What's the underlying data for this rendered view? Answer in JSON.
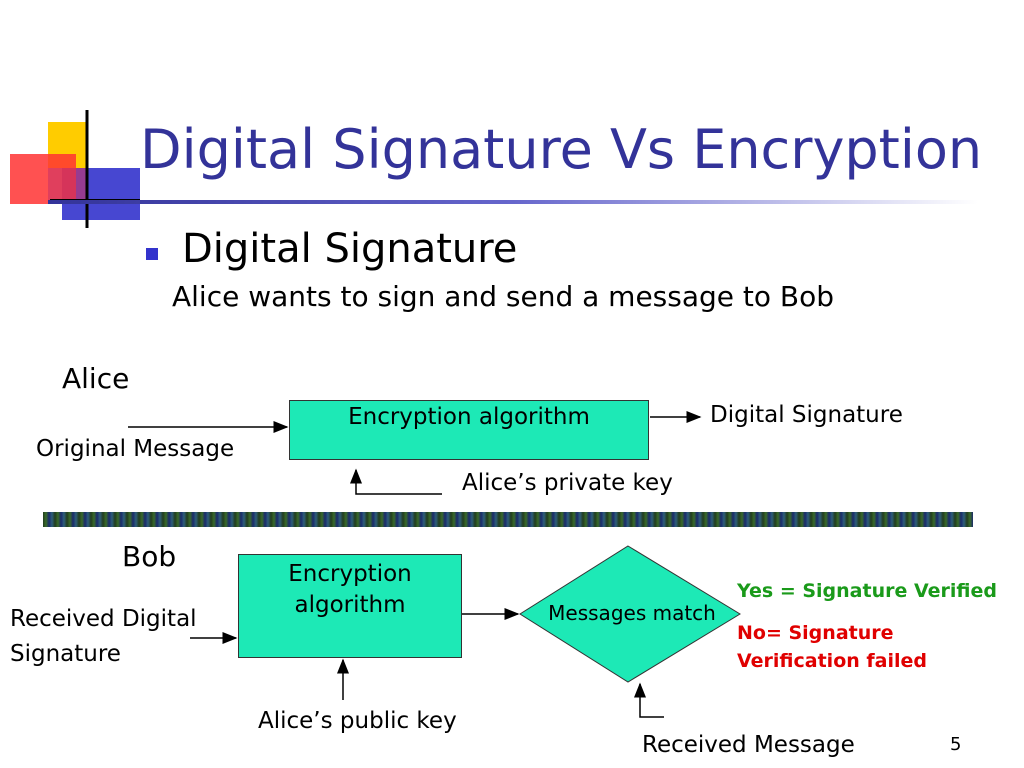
{
  "title": "Digital Signature Vs Encryption",
  "bullet_heading": "Digital Signature",
  "subheading": "Alice wants to sign and send a message to Bob",
  "alice": {
    "label": "Alice",
    "input": "Original Message",
    "box": "Encryption algorithm",
    "output": "Digital Signature",
    "key": "Alice’s private key"
  },
  "bob": {
    "label": "Bob",
    "input_line1": "Received Digital",
    "input_line2": "Signature",
    "box_line1": "Encryption",
    "box_line2": "algorithm",
    "key": "Alice’s public key",
    "decision": "Messages match",
    "yes": "Yes = Signature Verified",
    "no_line1": "No= Signature",
    "no_line2": "Verification failed",
    "received": "Received Message"
  },
  "page_number": "5",
  "colors": {
    "title": "#333399",
    "box_fill": "#1de9b6",
    "yes": "#1a9a1a",
    "no": "#e00000"
  }
}
